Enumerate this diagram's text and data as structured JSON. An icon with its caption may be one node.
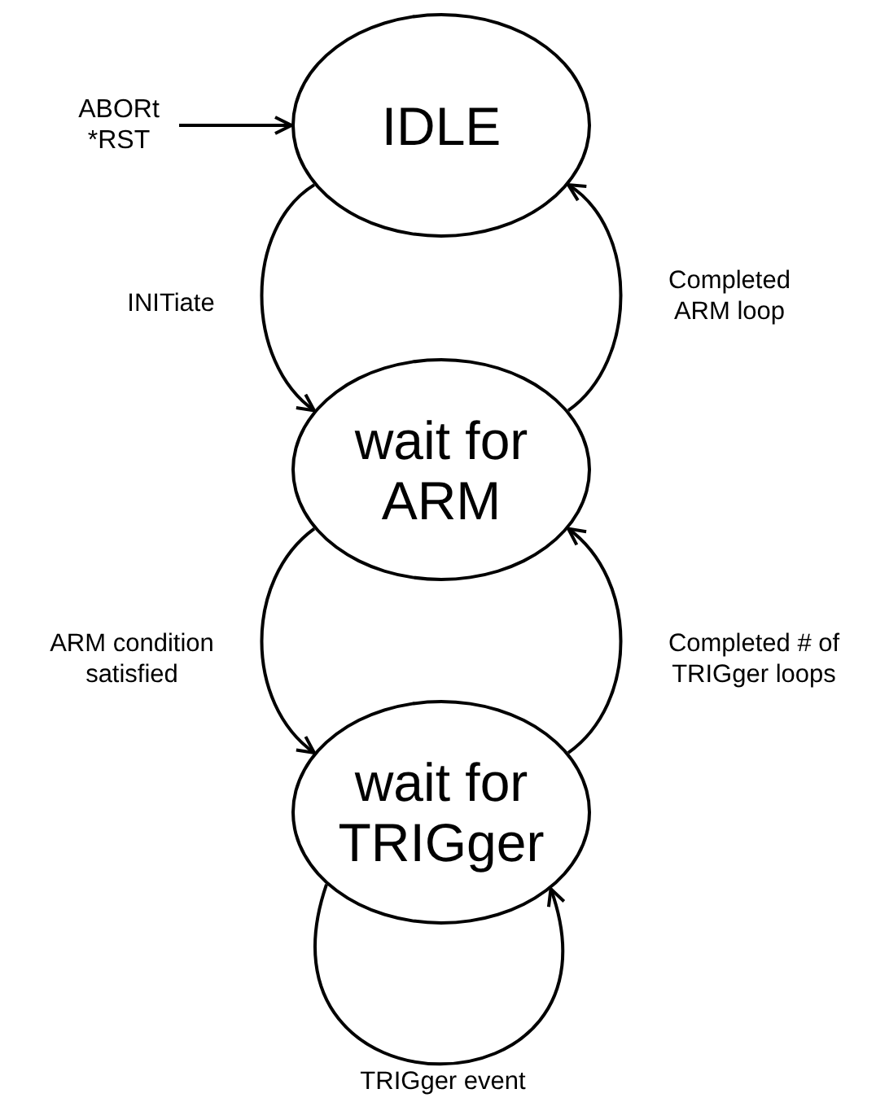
{
  "diagram": {
    "nodes": [
      {
        "text": [
          "ABORt *RST"
        ]
      },
      {
        "text": [
          "IDLE"
        ]
      },
      {
        "text": [
          "wait for ARM"
        ]
      },
      {
        "text": [
          "wait for TRIGger"
        ]
      }
    ],
    "edges": [
      {
        "from": 0,
        "to": 1,
        "arrow": "to"
      },
      {
        "from": 1,
        "to": 2,
        "arrow": "to",
        "label": "INITiate"
      },
      {
        "from": 2,
        "to": 1,
        "arrow": "to",
        "label": "Completed ARM loop"
      },
      {
        "from": 2,
        "to": 3,
        "arrow": "to",
        "label": "ARM condition satisfied"
      },
      {
        "from": 3,
        "to": 2,
        "arrow": "to",
        "label": "Completed # of TRIGger loops"
      },
      {
        "from": 3,
        "to": 3,
        "arrow": "to",
        "label": "TRIGger event"
      }
    ]
  }
}
